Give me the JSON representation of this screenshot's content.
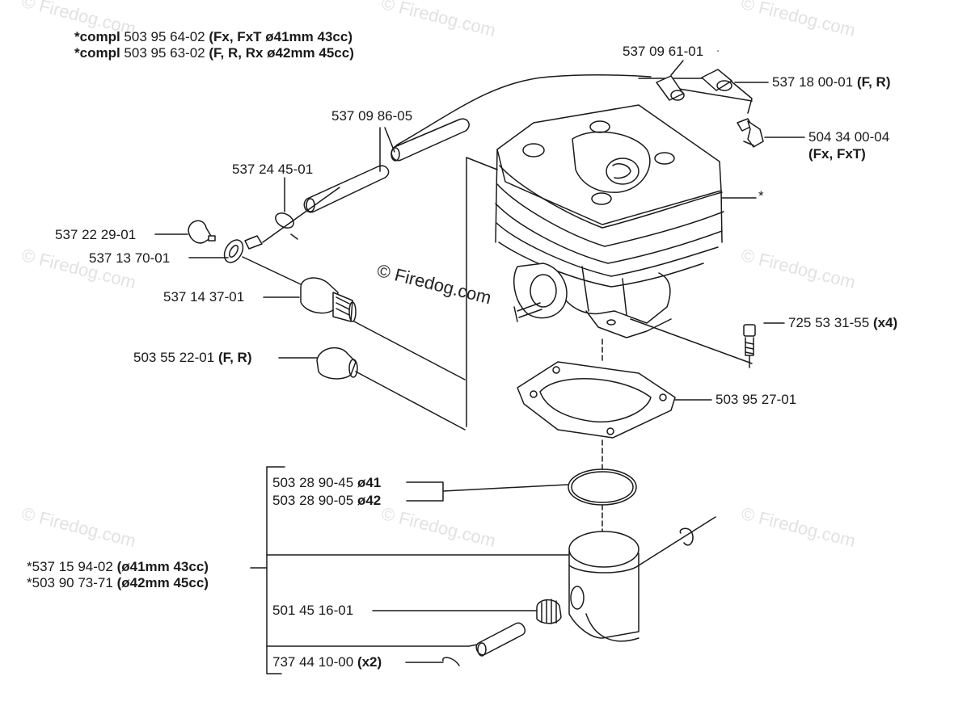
{
  "header": {
    "line1": {
      "prefix": "*compl",
      "number": "503 95 64-02",
      "note": "(Fx, FxT ø41mm 43cc)"
    },
    "line2": {
      "prefix": "*compl",
      "number": "503 95 63-02",
      "note": "(F, R, Rx ø42mm 45cc)"
    }
  },
  "parts": {
    "p537096101": {
      "number": "537 09 61-01",
      "note": ""
    },
    "p537180001": {
      "number": "537 18 00-01",
      "note": "(F, R)"
    },
    "p537098605": {
      "number": "537 09 86-05",
      "note": ""
    },
    "p504340004": {
      "number": "504 34 00-04",
      "note": "(Fx, FxT)"
    },
    "p537244501": {
      "number": "537 24 45-01",
      "note": ""
    },
    "cylinder_ref": {
      "number": "*",
      "note": ""
    },
    "p537222901": {
      "number": "537 22 29-01",
      "note": ""
    },
    "p537137001": {
      "number": "537 13 70-01",
      "note": ""
    },
    "p537143701": {
      "number": "537 14 37-01",
      "note": ""
    },
    "p725533155": {
      "number": "725 53 31-55",
      "note": "(x4)"
    },
    "p503552201": {
      "number": "503 55 22-01",
      "note": "(F, R)"
    },
    "p503952701": {
      "number": "503 95 27-01",
      "note": ""
    },
    "p503289045": {
      "number": "503 28 90-45",
      "note": "ø41"
    },
    "p503289005": {
      "number": "503 28 90-05",
      "note": "ø42"
    },
    "p537159402": {
      "number": "*537 15 94-02",
      "note": "(ø41mm 43cc)"
    },
    "p503907371": {
      "number": "*503 90 73-71",
      "note": "(ø42mm 45cc)"
    },
    "p501451601": {
      "number": "501 45 16-01",
      "note": ""
    },
    "p737441000": {
      "number": "737 44 10-00",
      "note": "(x2)"
    }
  },
  "watermarks": {
    "center": "© Firedog.com",
    "faint": "© Firedog.com"
  },
  "colors": {
    "line": "#1a1a1a",
    "watermark": "#e2e2e2"
  }
}
